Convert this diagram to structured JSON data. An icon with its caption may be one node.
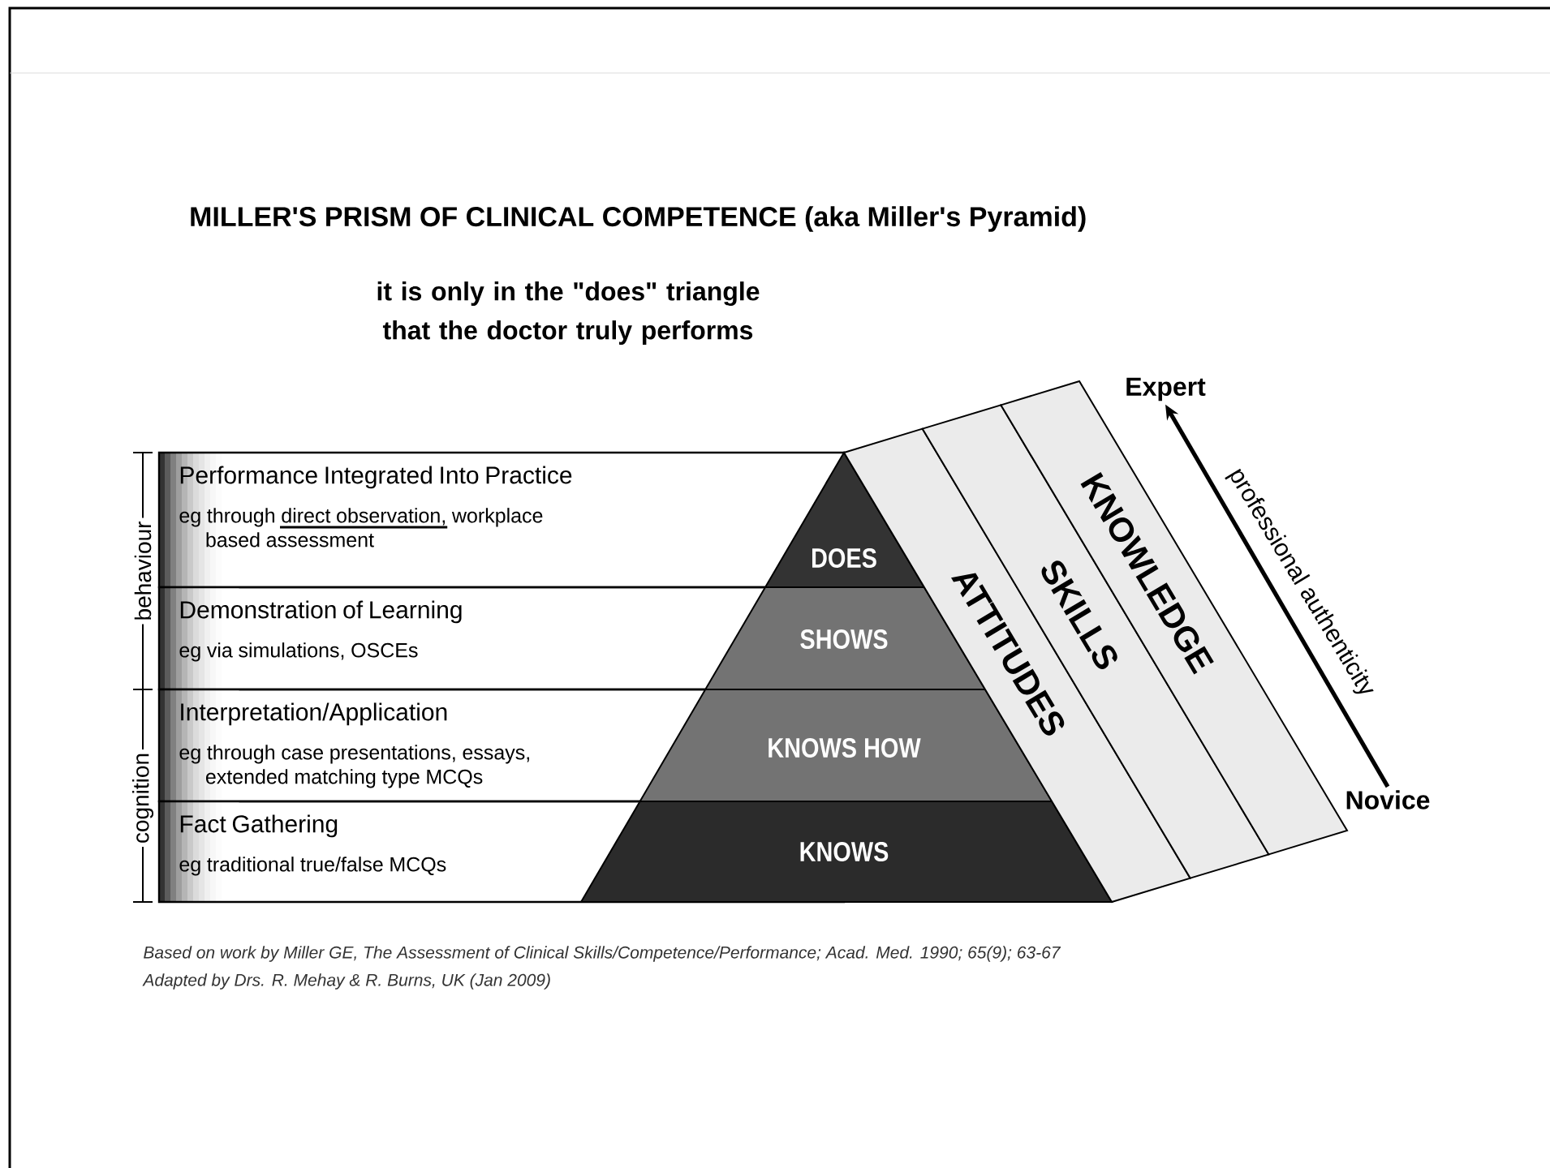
{
  "diagram": {
    "title": "MILLER'S PRISM OF CLINICAL COMPETENCE (aka Miller's Pyramid)",
    "nodes": [
      {
        "text": [
          "Performance Integrated Into Practice",
          "eg through direct observation, workplace based assessment"
        ]
      },
      {
        "text": [
          "Demonstration of Learning",
          "eg via simulations, OSCEs"
        ]
      },
      {
        "text": [
          "Interpretation/Application",
          "eg through case presentations, essays, extended matching type MCQs"
        ]
      },
      {
        "text": [
          "Fact Gathering",
          "eg traditional true/false MCQs"
        ]
      },
      {
        "text": [
          "DOES"
        ]
      },
      {
        "text": [
          "SHOWS"
        ]
      },
      {
        "text": [
          "KNOWS HOW"
        ]
      },
      {
        "text": [
          "KNOWS"
        ]
      },
      {
        "text": [
          "ATTITUDES"
        ]
      },
      {
        "text": [
          "SKILLS"
        ]
      },
      {
        "text": [
          "KNOWLEDGE"
        ]
      },
      {
        "text": [
          "Expert"
        ]
      },
      {
        "text": [
          "Novice"
        ]
      }
    ],
    "edges": [
      {
        "from": 12,
        "to": 11,
        "arrow": "to",
        "label": "professional authenticity"
      }
    ],
    "labels": [
      "it is only in the \"does\" triangle that the doctor truly performs",
      "behaviour",
      "cognition",
      "Based on work by Miller GE, The Assessment of Clinical Skills/Competence/Performance; Acad. Med. 1990; 65(9); 63-67",
      "Adapted by Drs. R. Mehay & R. Burns, UK (Jan 2009)"
    ]
  }
}
